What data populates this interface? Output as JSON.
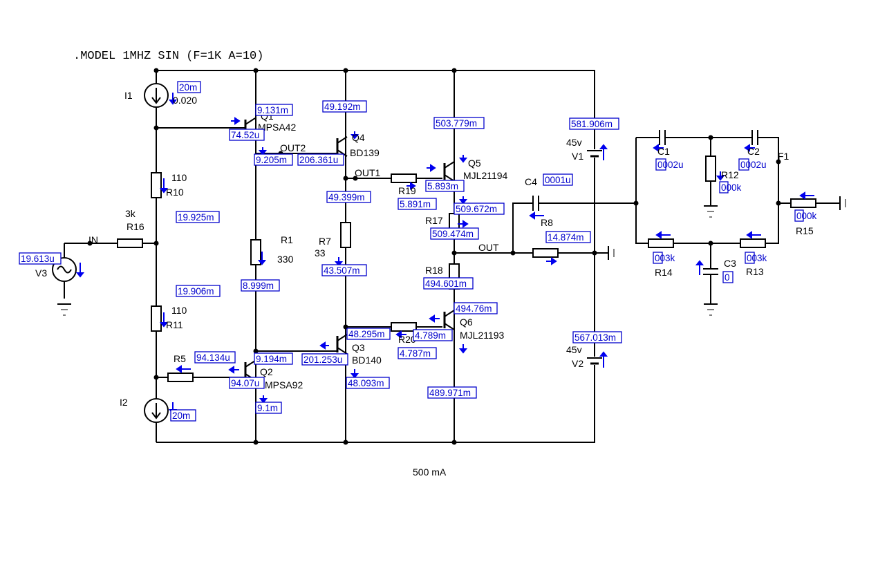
{
  "model_line": ".MODEL 1MHZ SIN (F=1K A=10)",
  "footer": "500 mA",
  "colors": {
    "wire": "#000000",
    "annotation": "#0000cc"
  },
  "components": {
    "I1": {
      "name": "I1",
      "value": "0.020"
    },
    "I2": {
      "name": "I2"
    },
    "Q1": {
      "name": "Q1",
      "model": "MPSA42"
    },
    "Q2": {
      "name": "Q2",
      "model": "MPSA92"
    },
    "Q3": {
      "name": "Q3",
      "model": "BD140"
    },
    "Q4": {
      "name": "Q4",
      "model": "BD139"
    },
    "Q5": {
      "name": "Q5",
      "model": "MJL21194"
    },
    "Q6": {
      "name": "Q6",
      "model": "MJL21193"
    },
    "R1": {
      "name": "R1",
      "value": "330"
    },
    "R5": {
      "name": "R5"
    },
    "R7": {
      "name": "R7",
      "value": "33"
    },
    "R8": {
      "name": "R8"
    },
    "R10": {
      "name": "R10",
      "value": "110"
    },
    "R11": {
      "name": "R11",
      "value": "110"
    },
    "R12": {
      "name": "R12"
    },
    "R13": {
      "name": "R13"
    },
    "R14": {
      "name": "R14"
    },
    "R15": {
      "name": "R15"
    },
    "R16": {
      "name": "R16",
      "value": "3k"
    },
    "R17": {
      "name": "R17"
    },
    "R18": {
      "name": "R18"
    },
    "R19": {
      "name": "R19"
    },
    "R20": {
      "name": "R20"
    },
    "C1": {
      "name": "C1"
    },
    "C2": {
      "name": "C2"
    },
    "C3": {
      "name": "C3"
    },
    "C4": {
      "name": "C4"
    },
    "V1": {
      "name": "V1",
      "value": "45v"
    },
    "V2": {
      "name": "V2",
      "value": "45v"
    },
    "V3": {
      "name": "V3"
    },
    "F1": {
      "name": "F1"
    }
  },
  "nodes": {
    "in": "IN",
    "out": "OUT",
    "out1": "OUT1",
    "out2": "OUT2"
  },
  "measurements": {
    "i1_current": "20m",
    "q1_c": "9.131m",
    "q1_b": "74.52u",
    "q1_e": "9.205m",
    "q4_c": "49.192m",
    "q4_b": "206.361u",
    "q4_e": "49.399m",
    "q5_c": "503.779m",
    "q5_b": "5.893m",
    "q5_e": "509.672m",
    "r19_i": "5.891m",
    "r17_i": "509.474m",
    "r18_i": "494.601m",
    "q6_e": "494.76m",
    "q6_b": "4.789m",
    "r20_i": "4.787m",
    "q6_c": "489.971m",
    "q3_e": "48.295m",
    "q3_b": "201.253u",
    "q3_c": "48.093m",
    "r7_i": "43.507m",
    "r1_i": "8.999m",
    "q2_e": "9.194m",
    "q2_b": "94.07u",
    "q2_c": "9.1m",
    "r5_i": "94.134u",
    "i2_current": "20m",
    "r10_i": "19.925m",
    "r11_i": "19.906m",
    "v3_i": "19.613u",
    "v1_i": "581.906m",
    "v2_i": "567.013m",
    "r8_i": "14.874m",
    "c4_i": "0001u",
    "c1_i": "0002u",
    "c2_i": "0002u",
    "r12_i": "000k",
    "r15_i": "000k",
    "r14_i": "003k",
    "r13_i": "003k",
    "c3_i": "0"
  }
}
